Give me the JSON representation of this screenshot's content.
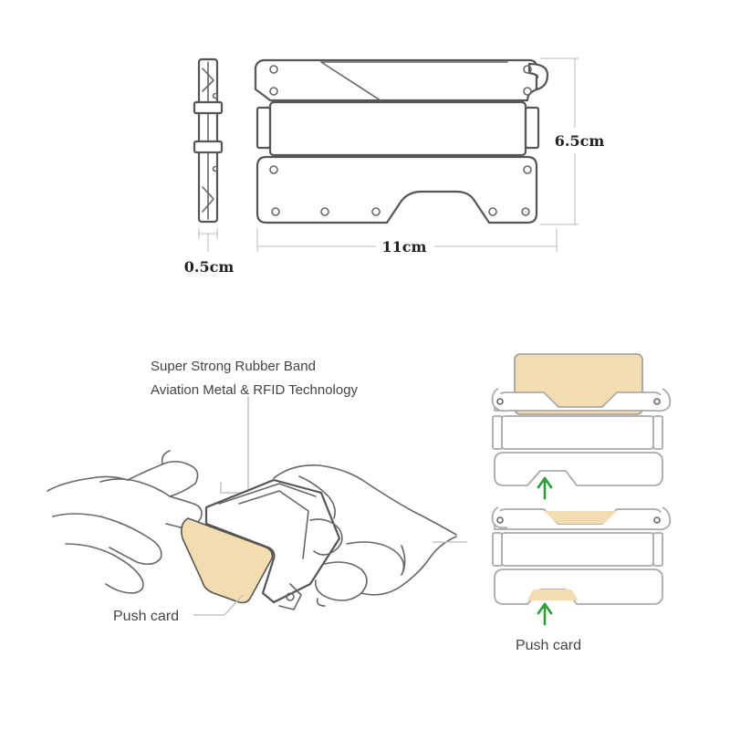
{
  "dimensions": {
    "thickness": "0.5cm",
    "width": "11cm",
    "height": "6.5cm"
  },
  "labels": {
    "rubber_band": "Super Strong Rubber Band",
    "metal_rfid": "Aviation Metal & RFID Technology",
    "push_card_left": "Push card",
    "push_card_right": "Push card"
  },
  "colors": {
    "card": "#f2dcb0",
    "arrow": "#2e9b3a",
    "outline": "#555555"
  }
}
